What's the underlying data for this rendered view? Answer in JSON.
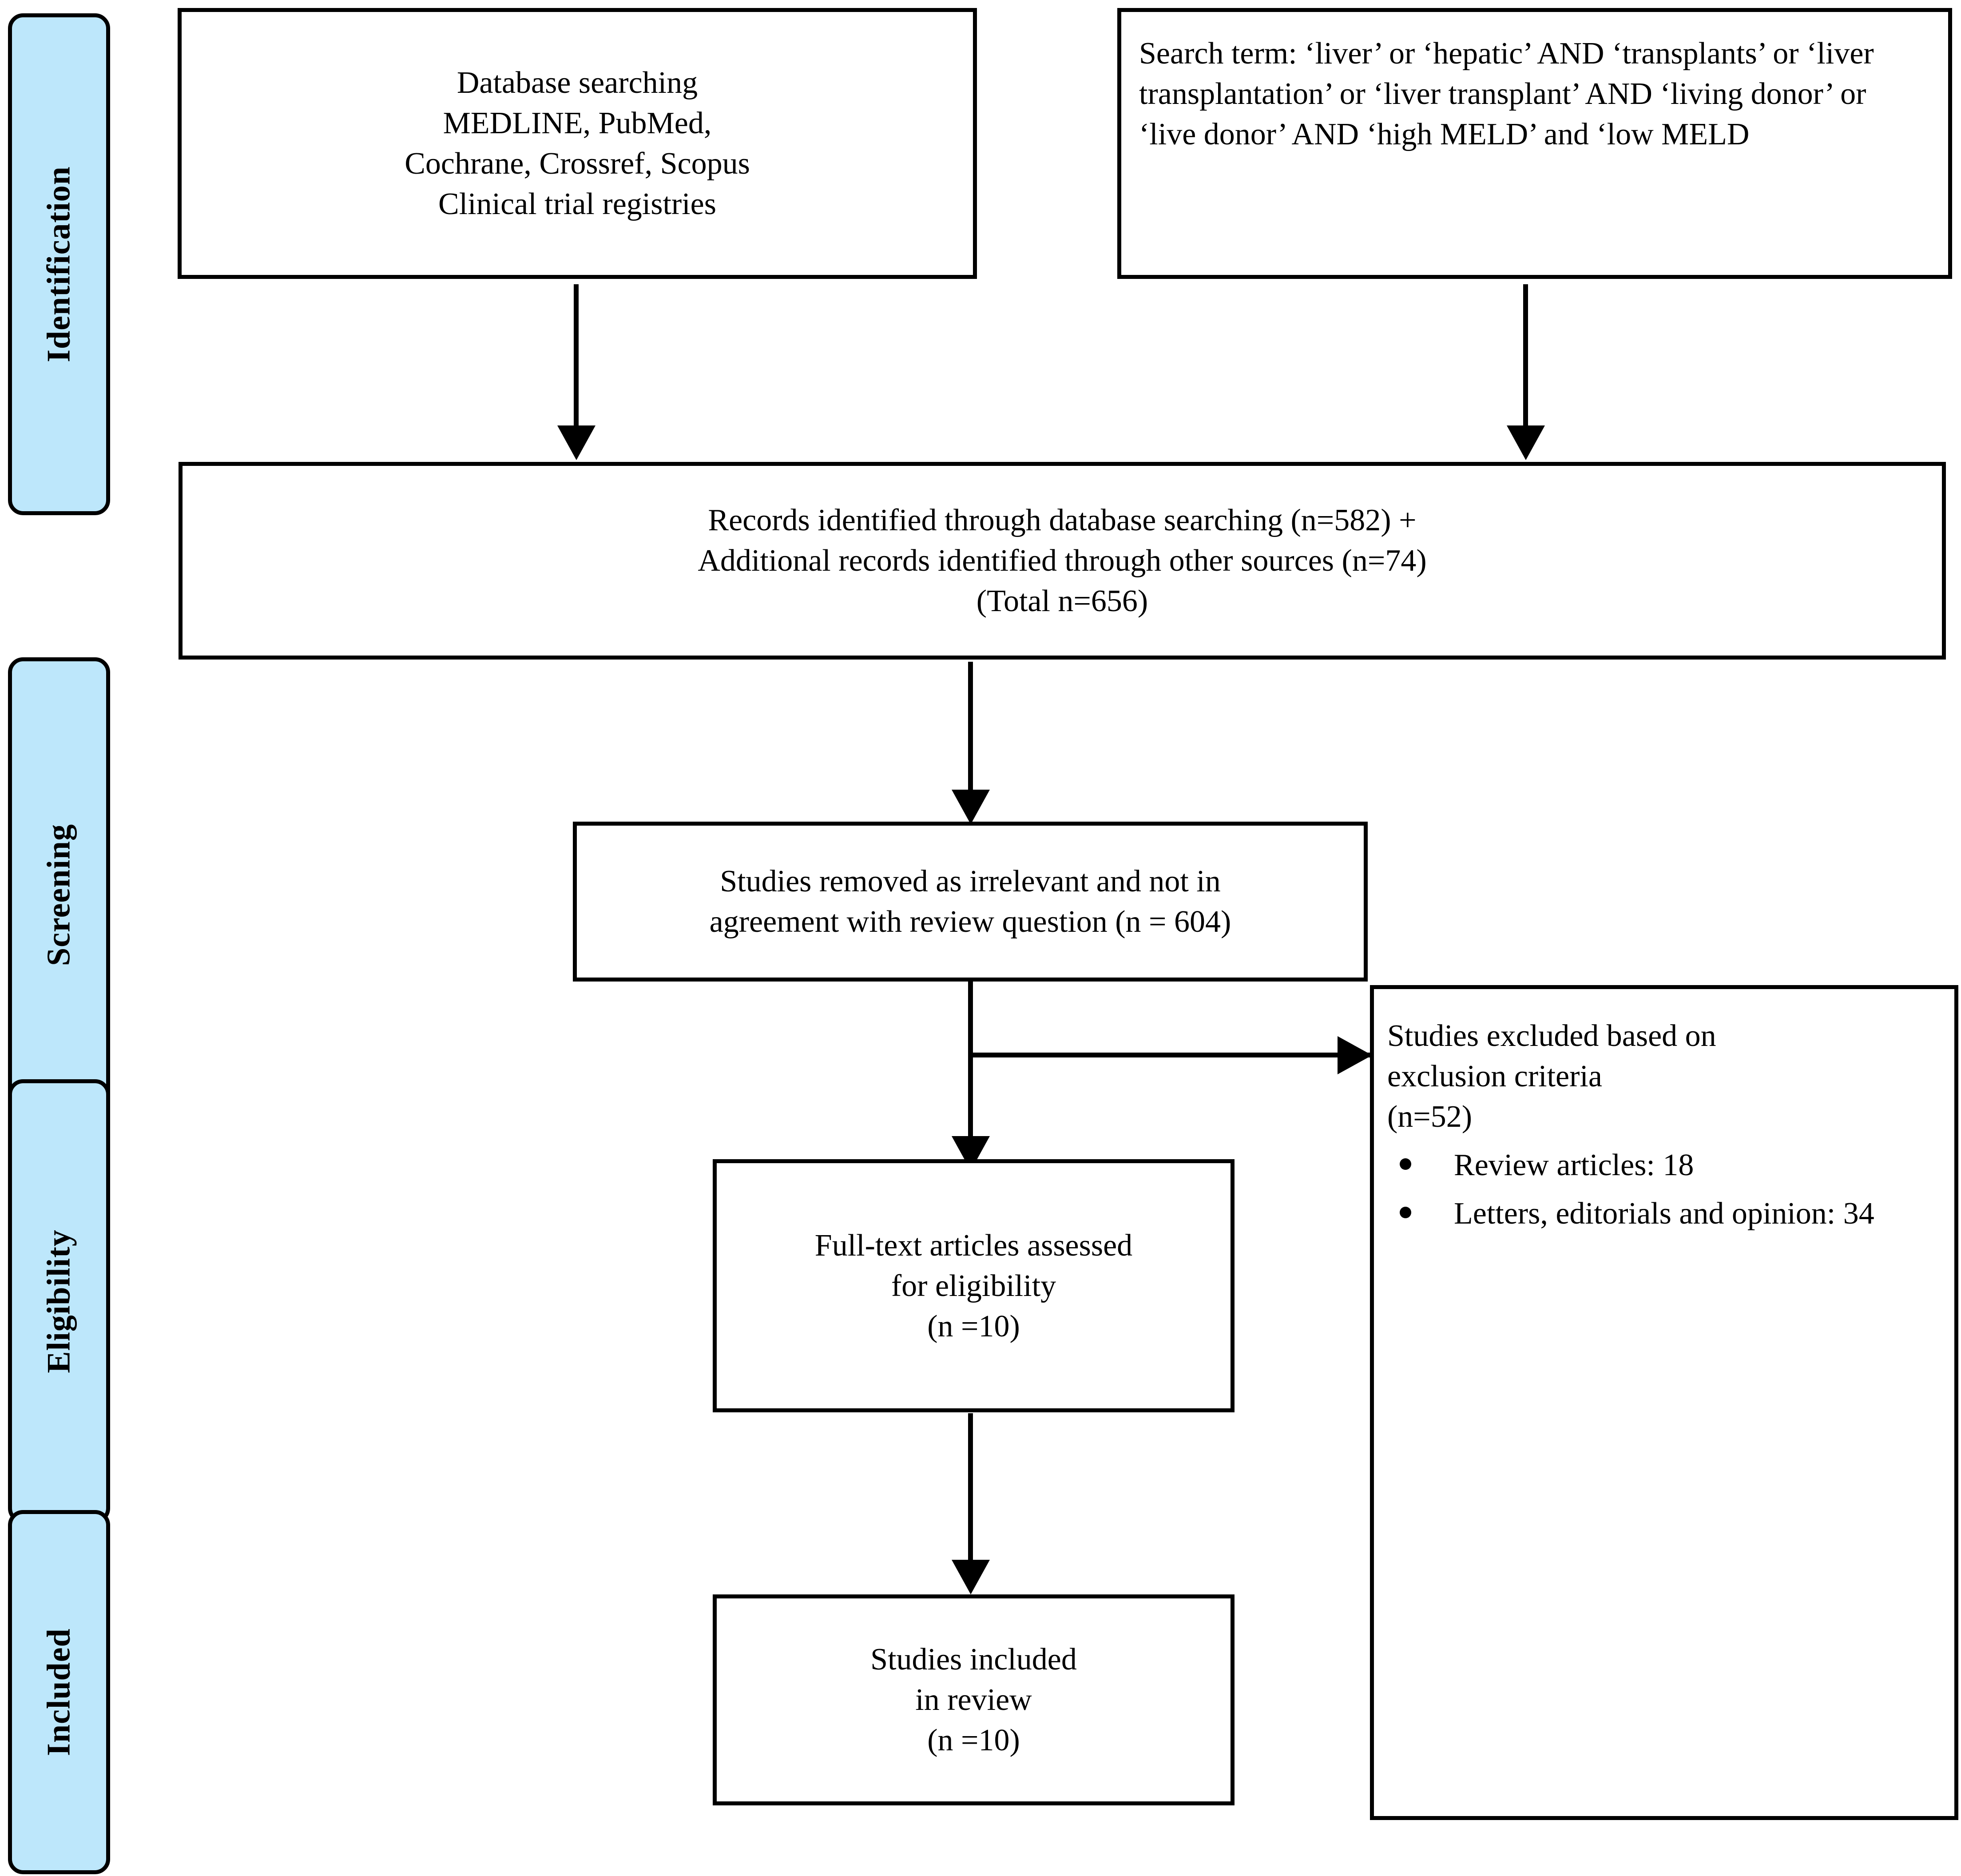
{
  "diagram": {
    "title": "PRISMA study selection flow diagram",
    "accent_color": "#bde7fb",
    "line_color": "#000000",
    "background_color": "#ffffff"
  },
  "stages": [
    {
      "id": "identification",
      "label": "Identification"
    },
    {
      "id": "screening",
      "label": "Screening"
    },
    {
      "id": "eligibility",
      "label": "Eligibility"
    },
    {
      "id": "included",
      "label": "Included"
    }
  ],
  "boxes": {
    "database_searching": {
      "lines": [
        "Database searching",
        "MEDLINE, PubMed,",
        "Cochrane, Crossref, Scopus",
        "Clinical trial registries"
      ]
    },
    "search_term": {
      "text": " Search term: ‘liver’ or ‘hepatic’ AND ‘transplants’ or ‘liver transplantation’ or ‘liver transplant’ AND ‘living donor’ or ‘live donor’ AND ‘high MELD’ and ‘low MELD"
    },
    "records_identified": {
      "lines": [
        "Records identified through database searching (n=582) +",
        "Additional records identified through other sources (n=74)",
        "(Total n=656)"
      ]
    },
    "studies_removed": {
      "lines": [
        "Studies removed as irrelevant and not in",
        "agreement with review question (n = 604)"
      ]
    },
    "full_text_assessed": {
      "lines": [
        "Full-text articles assessed",
        "for eligibility",
        "(n =10)"
      ]
    },
    "studies_excluded": {
      "heading_lines": [
        "Studies excluded based on",
        "exclusion criteria",
        "(n=52)"
      ],
      "bullets": [
        "Review articles: 18",
        "Letters, editorials and opinion: 34"
      ]
    },
    "studies_included": {
      "lines": [
        "Studies included",
        "in review",
        "(n =10)"
      ]
    }
  },
  "connectors": [
    {
      "id": "db-to-records",
      "type": "arrow-down"
    },
    {
      "id": "search-to-records",
      "type": "arrow-down"
    },
    {
      "id": "records-to-removed",
      "type": "arrow-down"
    },
    {
      "id": "removed-to-fulltext",
      "type": "arrow-down"
    },
    {
      "id": "removed-to-excluded",
      "type": "arrow-right"
    },
    {
      "id": "fulltext-to-included",
      "type": "arrow-down"
    }
  ]
}
